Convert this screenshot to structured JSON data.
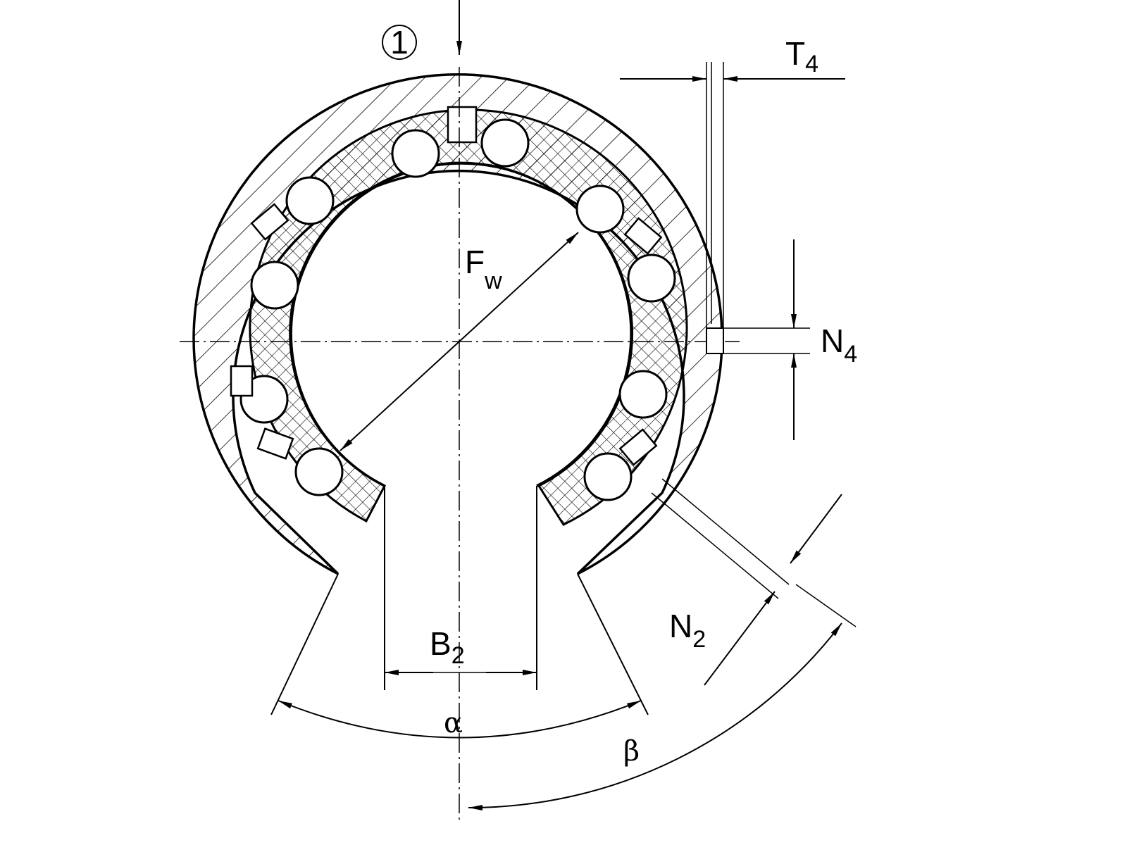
{
  "labels": {
    "callout": "1",
    "t4_main": "T",
    "t4_sub": "4",
    "fw_main": "F",
    "fw_sub": "w",
    "n4_main": "N",
    "n4_sub": "4",
    "n2_main": "N",
    "n2_sub": "2",
    "b2_main": "B",
    "b2_sub": "2",
    "alpha": "α",
    "beta": "β"
  }
}
